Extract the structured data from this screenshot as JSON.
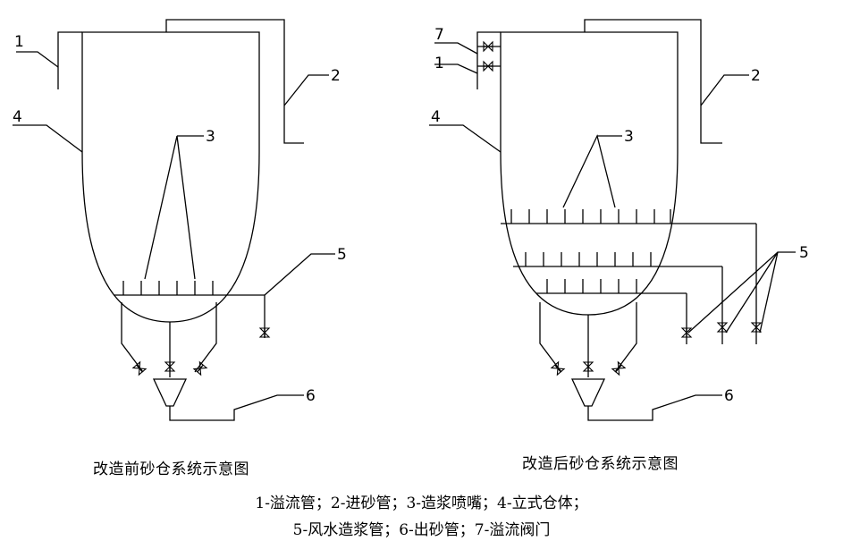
{
  "left_diagram": {
    "caption": "改造前砂仓系统示意图",
    "labels": {
      "n1": "1",
      "n2": "2",
      "n3": "3",
      "n4": "4",
      "n5": "5",
      "n6": "6"
    }
  },
  "right_diagram": {
    "caption": "改造后砂仓系统示意图",
    "labels": {
      "n1": "1",
      "n2": "2",
      "n3": "3",
      "n4": "4",
      "n5": "5",
      "n6": "6",
      "n7": "7"
    }
  },
  "legend": {
    "line1": "1-溢流管；2-进砂管；3-造浆喷嘴；4-立式仓体；",
    "line2": "5-风水造浆管；6-出砂管；7-溢流阀门"
  }
}
